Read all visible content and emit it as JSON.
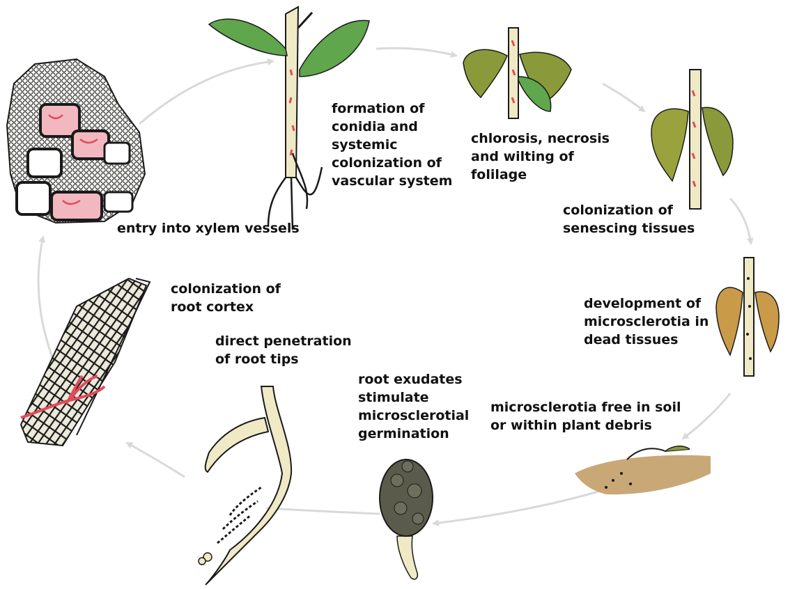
{
  "colors": {
    "arrow": "#d9d9d9",
    "leaf_green": "#5fa64d",
    "stem_cream": "#efe9c6",
    "lesion_red": "#e34a5a",
    "wilted_leaf": "#8a9a3a",
    "dead_leaf": "#c99a48",
    "soil": "#c9a878",
    "microsclerotium": "#5b5b4b",
    "outline": "#1a1a1a"
  },
  "stages": [
    {
      "id": "conidia",
      "icon": "green-plant-seedling-icon",
      "lines": [
        "formation of",
        "conidia and",
        "systemic",
        "colonization of",
        "vascular system"
      ]
    },
    {
      "id": "wilting",
      "icon": "wilting-plant-icon",
      "lines": [
        "chlorosis, necrosis",
        "and wilting of",
        "folilage"
      ]
    },
    {
      "id": "senescing",
      "icon": "senescing-stem-icon",
      "lines": [
        "colonization of",
        "senescing tissues"
      ]
    },
    {
      "id": "dead",
      "icon": "dead-stem-microsclerotia-icon",
      "lines": [
        "development of",
        "microsclerotia in",
        "dead tissues"
      ]
    },
    {
      "id": "soil",
      "icon": "soil-debris-icon",
      "lines": [
        "microsclerotia free in soil",
        "or within plant debris"
      ]
    },
    {
      "id": "germination",
      "icon": "germinating-microsclerotium-icon",
      "lines": [
        "root exudates",
        "stimulate",
        "microsclerotial",
        "germination"
      ]
    },
    {
      "id": "penetration",
      "icon": "root-tip-penetration-icon",
      "lines": [
        "direct penetration",
        "of root tips"
      ]
    },
    {
      "id": "cortex",
      "icon": "root-cortex-cells-icon",
      "lines": [
        "colonization of",
        "root cortex"
      ]
    },
    {
      "id": "xylem",
      "icon": "xylem-cross-section-icon",
      "lines": [
        "entry into xylem vessels"
      ]
    }
  ]
}
